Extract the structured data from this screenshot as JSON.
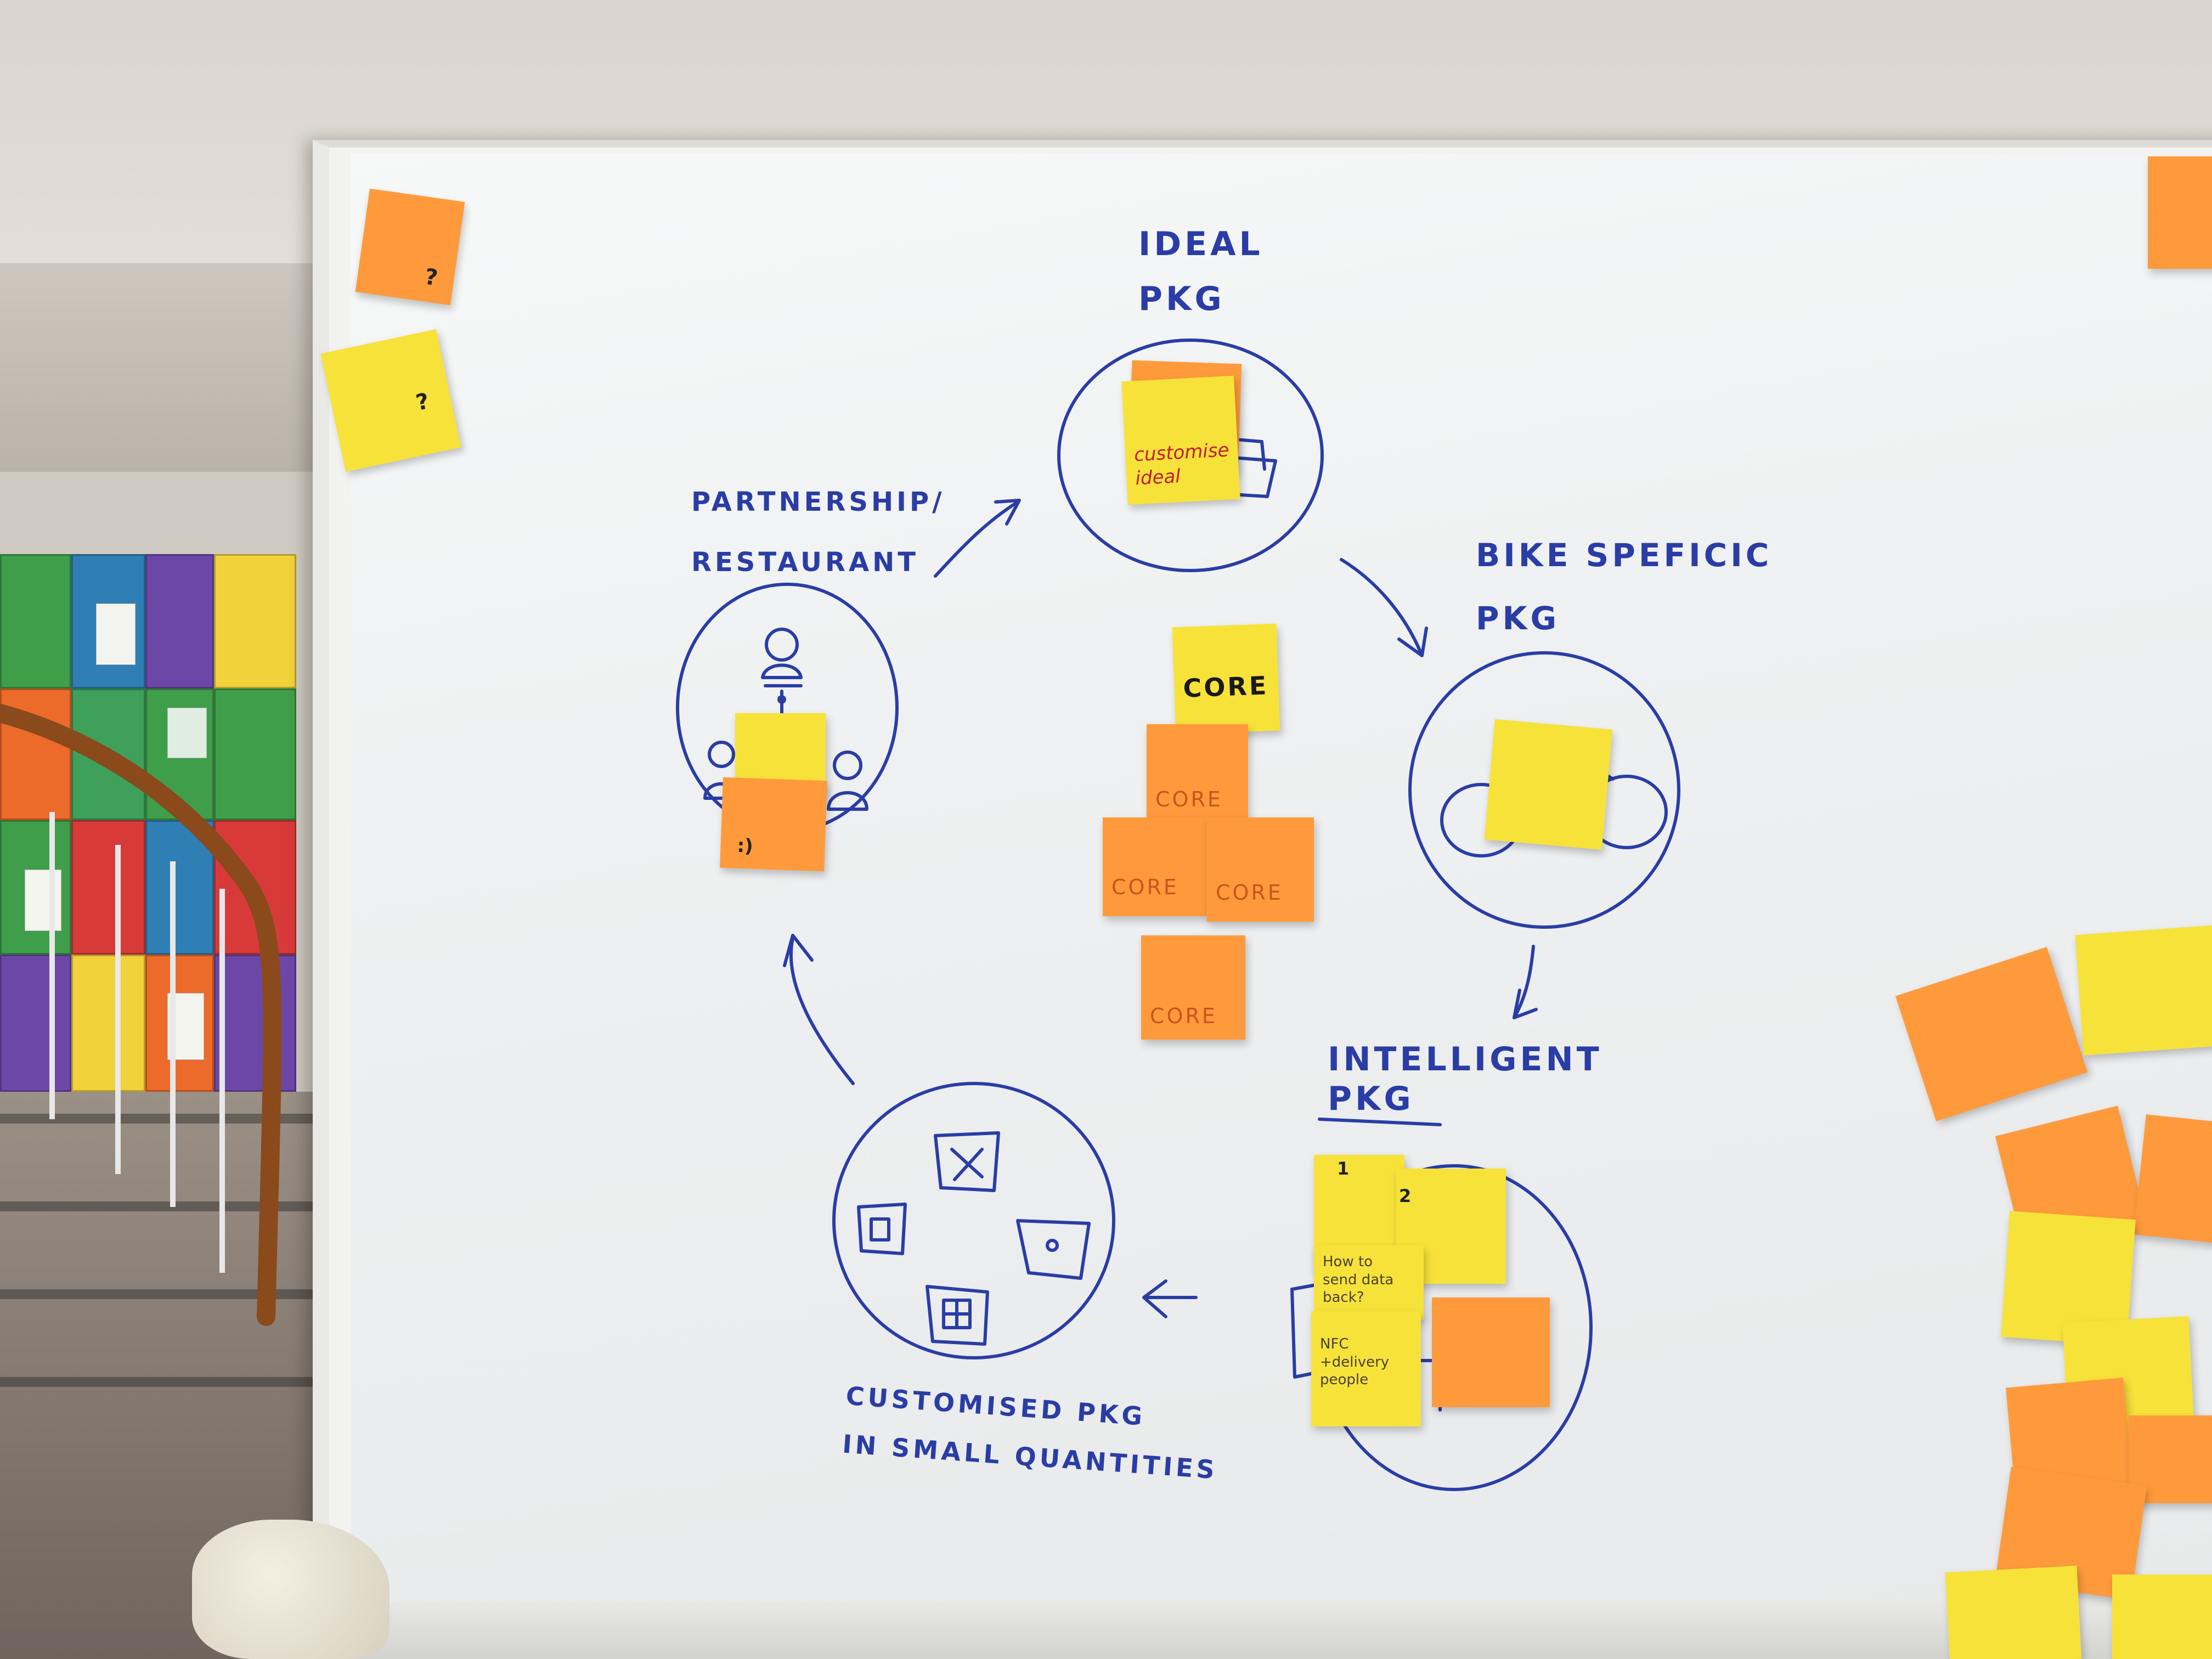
{
  "board": {
    "labels": {
      "ideal": "IDEAL\nPKG",
      "partnership": "PARTNERSHIP/\nRESTAURANT",
      "bike": "BIKE SPEFICIC\nPKG",
      "intelligent": "INTELLIGENT\nPKG",
      "customised": "CUSTOMISED PKG\nIN SMALL QUANTITIES"
    }
  },
  "notes": {
    "core_top_label": "CORE",
    "core_labels": [
      "CORE",
      "CORE",
      "CORE",
      "CORE"
    ],
    "ideal_note_text": "customise\nideal",
    "intelligent_markers": [
      "1",
      "2"
    ],
    "intelligent_q": "How to\nsend data\nback?",
    "intelligent_nfc": "NFC\n+delivery\npeople",
    "question_mark": "?",
    "question_mark_2": "?"
  },
  "colors": {
    "marker_blue": "#2a3da6",
    "note_yellow": "#f7e23a",
    "note_orange": "#ff9a3c"
  }
}
